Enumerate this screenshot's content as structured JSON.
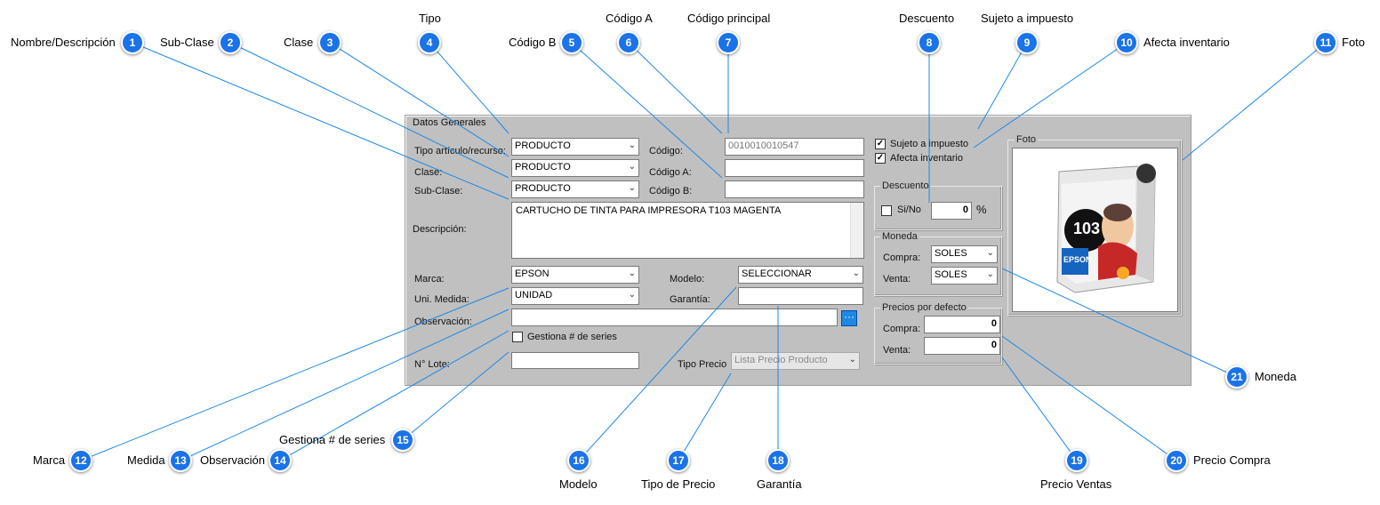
{
  "form": {
    "datos_generales": "Datos Generales",
    "tipo_label": "Tipo artículo/recurso:",
    "tipo_value": "PRODUCTO",
    "clase_label": "Clase:",
    "clase_value": "PRODUCTO",
    "subclase_label": "Sub-Clase:",
    "subclase_value": "PRODUCTO",
    "codigo_label": "Código:",
    "codigo_value": "0010010010547",
    "codigoa_label": "Código A:",
    "codigoa_value": "",
    "codigob_label": "Código B:",
    "codigob_value": "",
    "descripcion_label": "Descripción:",
    "descripcion_value": "CARTUCHO DE TINTA PARA IMPRESORA T103 MAGENTA",
    "marca_label": "Marca:",
    "marca_value": "EPSON",
    "modelo_label": "Modelo:",
    "modelo_value": "SELECCIONAR",
    "unimed_label": "Uni. Medida:",
    "unimed_value": "UNIDAD",
    "garantia_label": "Garantía:",
    "garantia_value": "",
    "observacion_label": "Observación:",
    "observacion_value": "",
    "ellipsis": "···",
    "series_label": "Gestiona # de series",
    "lote_label": "N° Lote:",
    "lote_value": "",
    "tipoprecio_label": "Tipo Precio",
    "tipoprecio_value": "Lista Precio Producto",
    "sujeto_label": "Sujeto a impuesto",
    "afecta_label": "Afecta  inventario",
    "check_mark": "✓",
    "descuento_title": "Descuento",
    "sino_label": "Si/No",
    "descuento_value": "0",
    "pct": "%",
    "moneda_title": "Moneda",
    "compra_label": "Compra:",
    "moneda_compra": "SOLES",
    "venta_label": "Venta:",
    "moneda_venta": "SOLES",
    "precios_title": "Precios por defecto",
    "precio_compra": "0",
    "precio_venta": "0",
    "foto_title": "Foto",
    "product": {
      "number": "103",
      "brand": "EPSON"
    }
  },
  "callouts": [
    {
      "n": "1",
      "label": "Nombre/Descripción"
    },
    {
      "n": "2",
      "label": "Sub-Clase"
    },
    {
      "n": "3",
      "label": "Clase"
    },
    {
      "n": "4",
      "label": "Tipo"
    },
    {
      "n": "5",
      "label": "Código B"
    },
    {
      "n": "6",
      "label": "Código A"
    },
    {
      "n": "7",
      "label": "Código principal"
    },
    {
      "n": "8",
      "label": "Descuento"
    },
    {
      "n": "9",
      "label": "Sujeto a impuesto"
    },
    {
      "n": "10",
      "label": "Afecta  inventario"
    },
    {
      "n": "11",
      "label": "Foto"
    },
    {
      "n": "12",
      "label": "Marca"
    },
    {
      "n": "13",
      "label": "Medida"
    },
    {
      "n": "14",
      "label": "Observación"
    },
    {
      "n": "15",
      "label": "Gestiona # de series"
    },
    {
      "n": "16",
      "label": "Modelo"
    },
    {
      "n": "17",
      "label": "Tipo de Precio"
    },
    {
      "n": "18",
      "label": "Garantía"
    },
    {
      "n": "19",
      "label": "Precio Ventas"
    },
    {
      "n": "20",
      "label": "Precio Compra"
    },
    {
      "n": "21",
      "label": "Moneda"
    }
  ],
  "colors": {
    "callout": "#1a73e8",
    "leader": "#1e88e5",
    "panel": "#c0c0c0"
  }
}
